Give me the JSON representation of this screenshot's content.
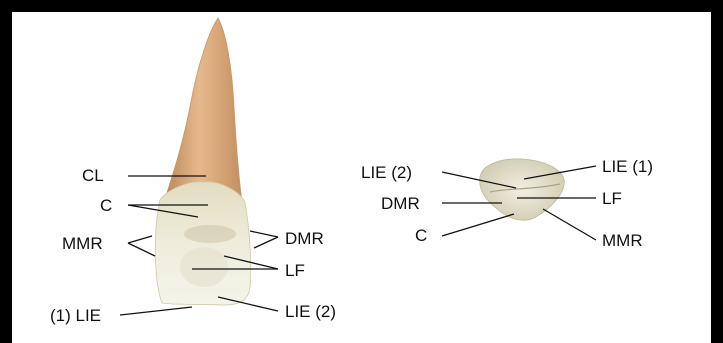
{
  "labels": {
    "left": {
      "cl": "CL",
      "c": "C",
      "mmr": "MMR",
      "dmr": "DMR",
      "lf": "LF",
      "lie1": "(1) LIE",
      "lie2": "LIE (2)"
    },
    "right": {
      "lie2": "LIE (2)",
      "lie1": "LIE (1)",
      "dmr": "DMR",
      "lf": "LF",
      "c": "C",
      "mmr": "MMR"
    }
  },
  "colors": {
    "frame": "#000000",
    "background": "#ffffff",
    "root": "#d9a97d",
    "crown": "#ecebd9",
    "text": "#111111"
  }
}
